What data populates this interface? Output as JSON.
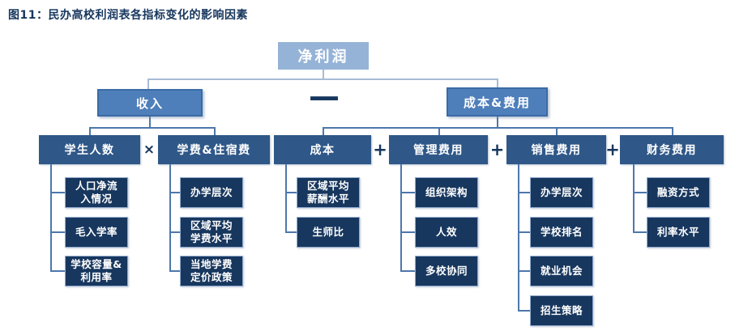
{
  "title": "图11：民办高校利润表各指标变化的影响因素",
  "colors": {
    "title_text": "#17375E",
    "root_fill": "#95B3D7",
    "level2_fill": "#4E7FBB",
    "level3_fill": "#2F5888",
    "leaf_fill": "#17375E",
    "leaf_border": "#92ABCE",
    "connector": "#4D77AB",
    "connector_light": "#A6BBD7",
    "operator": "#17375E"
  },
  "operators": {
    "minus": "—",
    "times": "×",
    "plus": "+"
  },
  "nodes": {
    "net_profit": "净利润",
    "revenue": "收入",
    "cost_expense": "成本&费用",
    "student_count": "学生人数",
    "tuition_boarding": "学费&住宿费",
    "cost": "成本",
    "admin_expense": "管理费用",
    "selling_expense": "销售费用",
    "finance_expense": "财务费用"
  },
  "leaves": {
    "student_count": [
      "人口净流\n入情况",
      "毛入学率",
      "学校容量&\n利用率"
    ],
    "tuition_boarding": [
      "办学层次",
      "区域平均\n学费水平",
      "当地学费\n定价政策"
    ],
    "cost": [
      "区域平均\n薪酬水平",
      "生师比"
    ],
    "admin_expense": [
      "组织架构",
      "人效",
      "多校协同"
    ],
    "selling_expense": [
      "办学层次",
      "学校排名",
      "就业机会",
      "招生策略"
    ],
    "finance_expense": [
      "融资方式",
      "利率水平"
    ]
  }
}
